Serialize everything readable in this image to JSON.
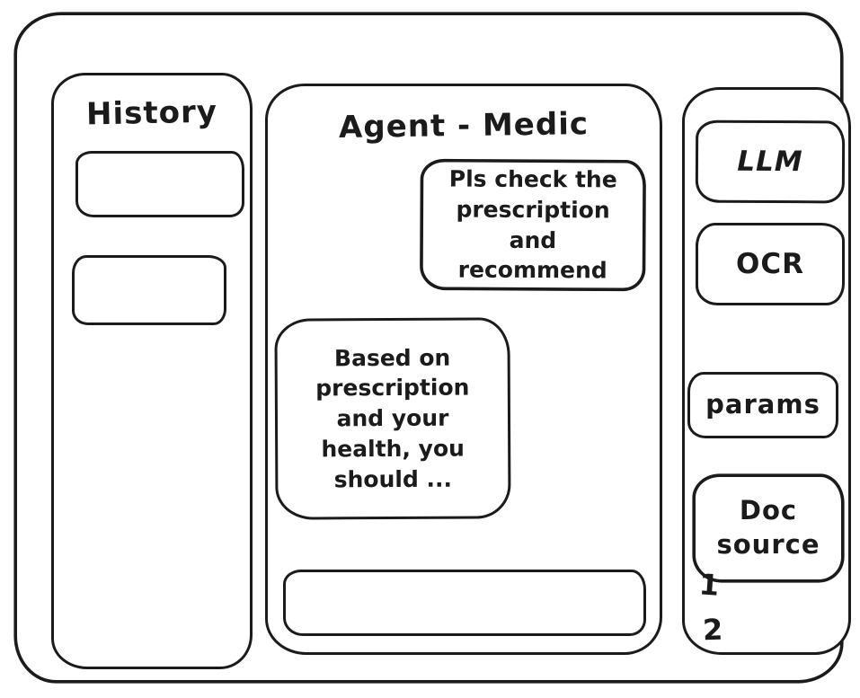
{
  "app": {
    "type": "hand-drawn-wireframe",
    "ink_color": "#1b1b1b",
    "background_color": "#ffffff"
  },
  "history_panel": {
    "title": "History",
    "items": [
      {
        "label": ""
      },
      {
        "label": ""
      }
    ]
  },
  "chat": {
    "title": "Agent - Medic",
    "messages": [
      {
        "role": "user",
        "text": "Pls check the prescription and recommend"
      },
      {
        "role": "agent",
        "text": "Based on prescription and your health, you should ..."
      }
    ],
    "input": {
      "value": "",
      "placeholder": ""
    }
  },
  "tools_panel": {
    "buttons": [
      {
        "label": "LLM"
      },
      {
        "label": "OCR"
      },
      {
        "label": "params"
      },
      {
        "label": "Doc source"
      }
    ],
    "doc_sources": [
      "1",
      "2"
    ]
  }
}
